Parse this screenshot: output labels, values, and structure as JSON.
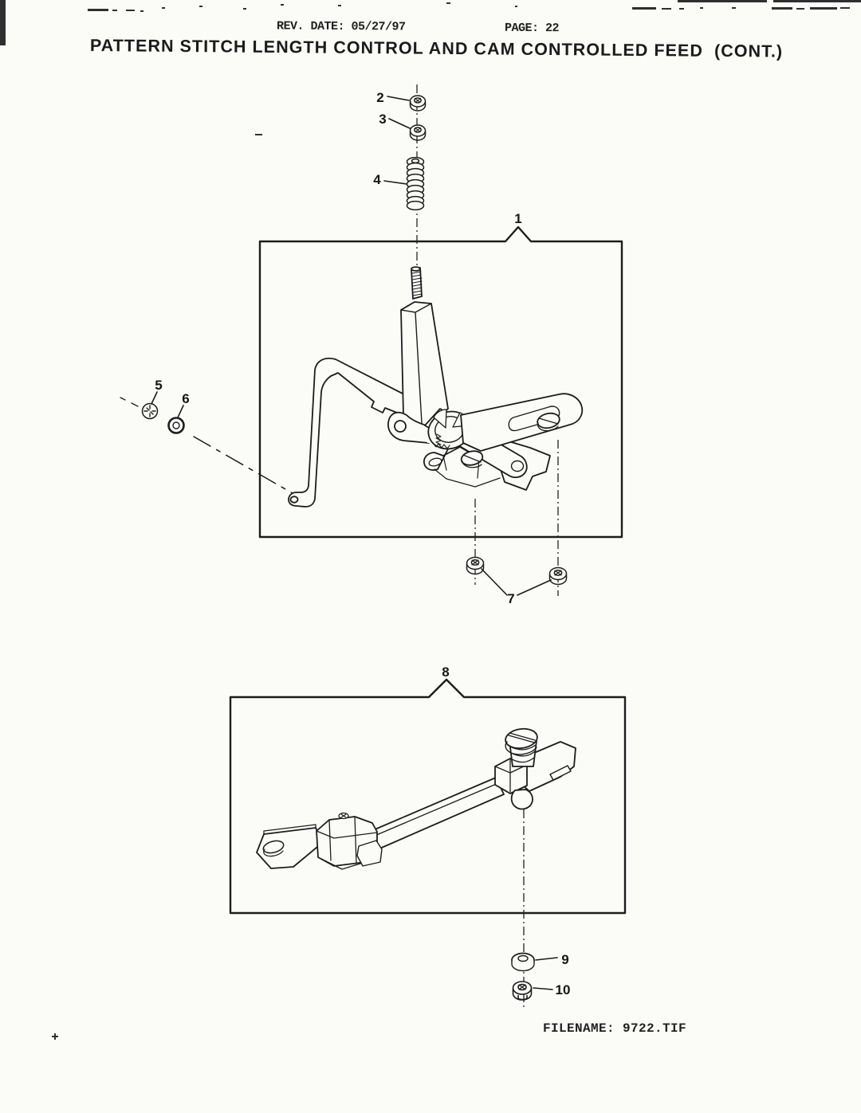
{
  "page": {
    "background": "#fbfbf8",
    "ink": "#1d1d1d"
  },
  "header": {
    "rev_date": "REV. DATE: 05/27/97",
    "page_number": "PAGE: 22"
  },
  "title": "PATTERN STITCH LENGTH CONTROL AND CAM CONTROLLED FEED  (CONT.)",
  "figures": [
    {
      "name": "pattern-stitch-length-control-assembly",
      "callouts": [
        "1",
        "2",
        "3",
        "4",
        "5",
        "6",
        "7"
      ]
    },
    {
      "name": "cam-controlled-feed-lever",
      "callouts": [
        "8",
        "9",
        "10"
      ]
    }
  ],
  "callouts": {
    "1": "1",
    "2": "2",
    "3": "3",
    "4": "4",
    "5": "5",
    "6": "6",
    "7": "7",
    "8": "8",
    "9": "9",
    "10": "10"
  },
  "footer": {
    "filename": "FILENAME: 9722.TIF"
  }
}
